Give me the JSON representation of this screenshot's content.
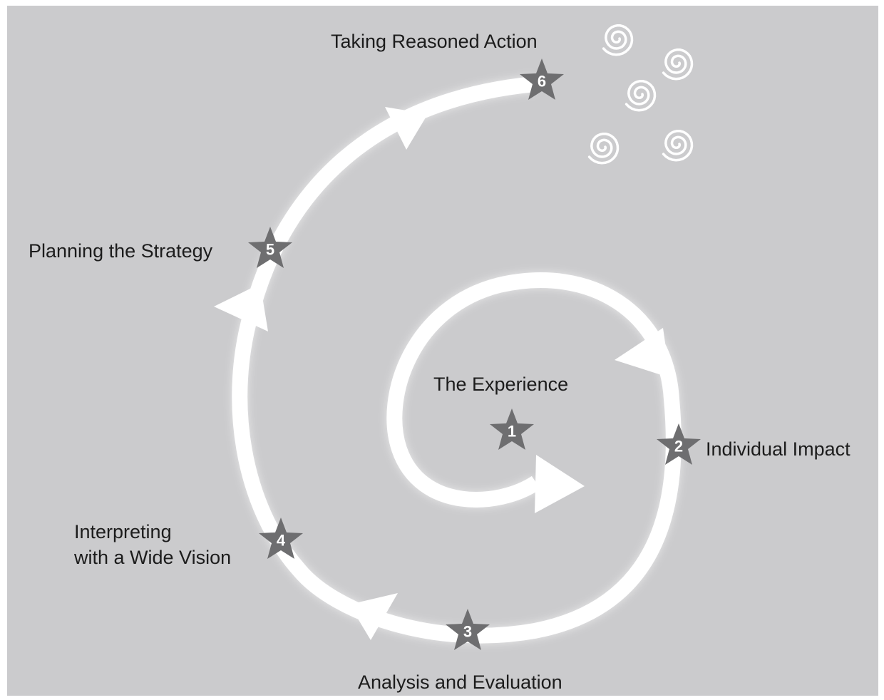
{
  "steps": [
    {
      "number": "1",
      "label": "The Experience"
    },
    {
      "number": "2",
      "label": "Individual Impact"
    },
    {
      "number": "3",
      "label": "Analysis and Evaluation"
    },
    {
      "number": "4",
      "label_line1": "Interpreting",
      "label_line2": "with a Wide Vision"
    },
    {
      "number": "5",
      "label": "Planning the Strategy"
    },
    {
      "number": "6",
      "label": "Taking Reasoned Action"
    }
  ],
  "colors": {
    "background": "#cbcbcd",
    "path": "#ffffff",
    "star": "#6e6e70",
    "text": "#1c1c1c"
  }
}
